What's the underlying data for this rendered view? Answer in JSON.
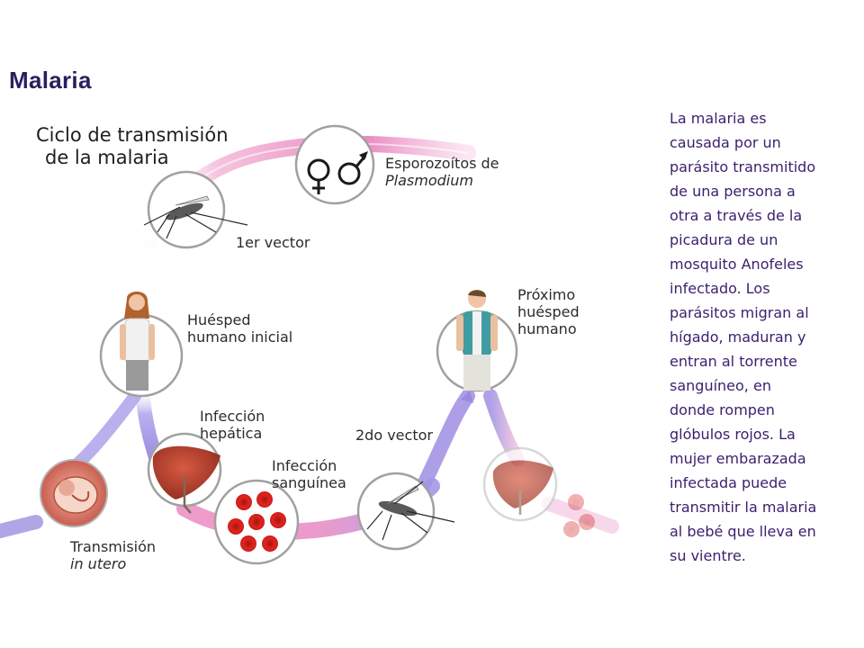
{
  "page": {
    "title": "Malaria"
  },
  "diagram": {
    "title_lines": [
      "Ciclo de transmisión",
      "de la malaria"
    ],
    "stages": {
      "sporozoites": {
        "line1": "Esporozoítos de",
        "line2": "Plasmodium"
      },
      "first_vector": "1er vector",
      "initial_host": {
        "line1": "Huésped",
        "line2": "humano inicial"
      },
      "liver_infection": {
        "line1": "Infección",
        "line2": "hepática"
      },
      "blood_infection": {
        "line1": "Infección",
        "line2": "sanguínea"
      },
      "second_vector": "2do vector",
      "next_host": {
        "line1": "Próximo",
        "line2": "huésped",
        "line3": "humano"
      },
      "in_utero": {
        "line1": "Transmisión",
        "line2": "in utero"
      }
    },
    "colors": {
      "pink_arrow": "#e68ac0",
      "purple_arrow": "#9a8ae0",
      "liver": "#b3392c",
      "blood_cell": "#d8201c",
      "circle_border": "#9a9a9a"
    }
  },
  "description": {
    "lines": [
      "La malaria es",
      "causada por un",
      "parásito transmitido",
      "de una persona a",
      "otra a través de la",
      "picadura de un",
      "mosquito Anofeles",
      "infectado. Los",
      "parásitos migran al",
      "hígado, maduran y",
      "entran al torrente",
      "sanguíneo, en",
      "donde rompen",
      "glóbulos rojos. La",
      "mujer embarazada",
      "infectada puede",
      "transmitir la malaria",
      "al bebé que lleva en",
      "su vientre."
    ]
  }
}
